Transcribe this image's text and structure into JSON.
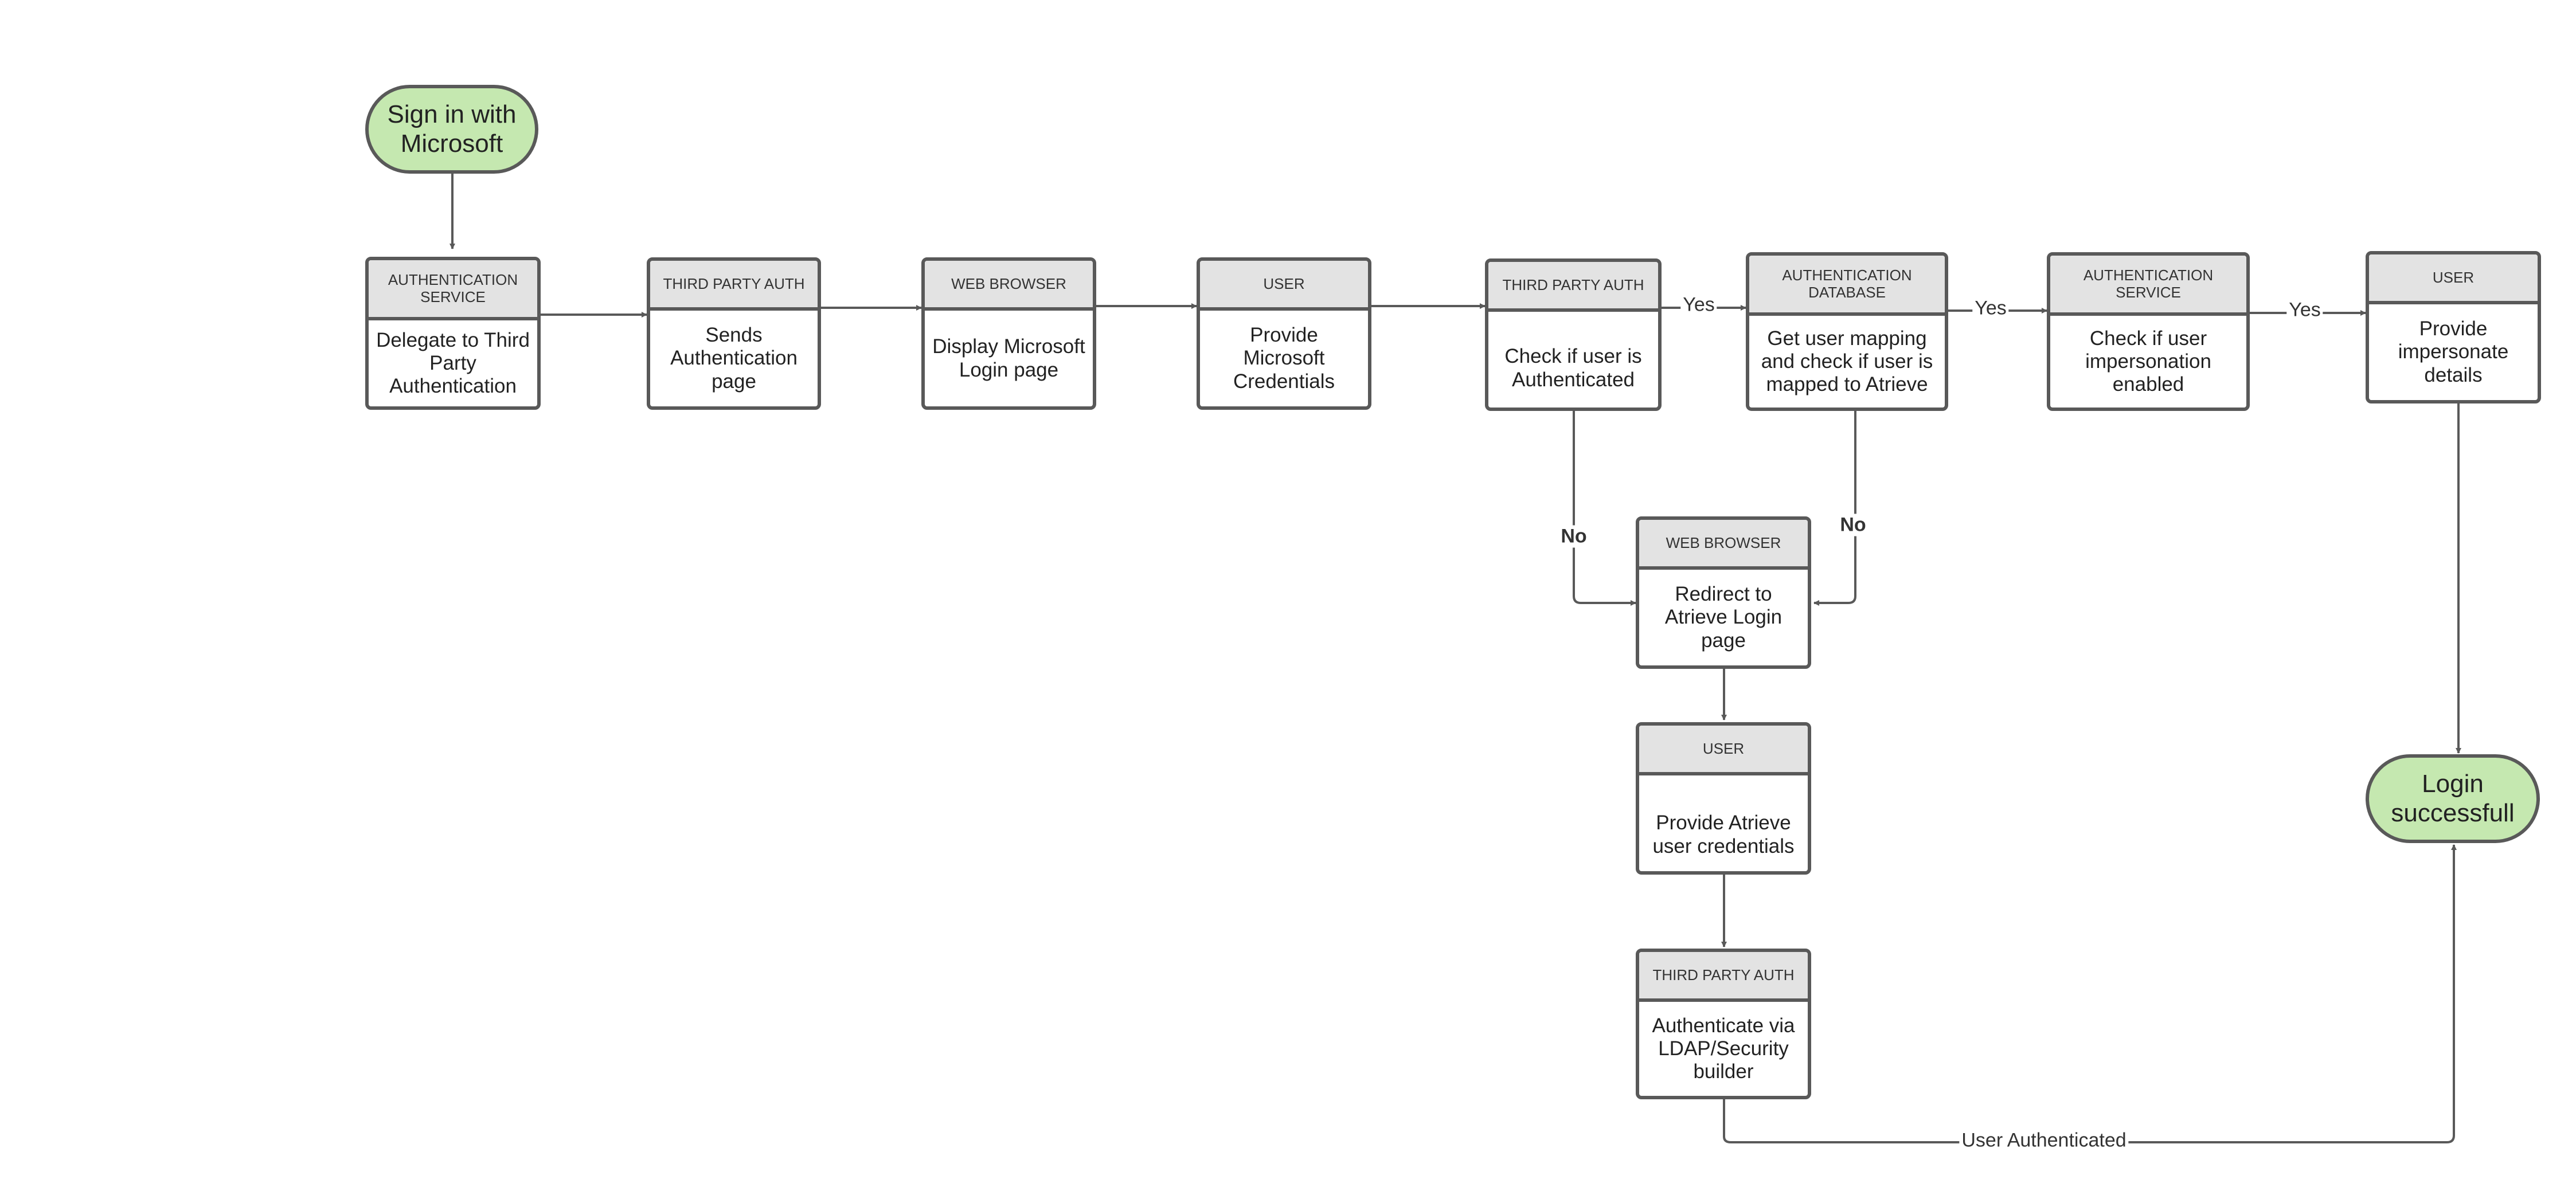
{
  "colors": {
    "terminal_fill": "#c5e8b0",
    "header_fill": "#e3e3e3",
    "stroke": "#595959"
  },
  "start": {
    "label": "Sign in with Microsoft"
  },
  "end": {
    "label": "Login successfull"
  },
  "nodes": {
    "n1": {
      "header": "AUTHENTICATION SERVICE",
      "body": "Delegate to Third Party Authentication"
    },
    "n2": {
      "header": "THIRD PARTY AUTH",
      "body": "Sends Authentication page"
    },
    "n3": {
      "header": "WEB BROWSER",
      "body": "Display Microsoft Login page"
    },
    "n4": {
      "header": "USER",
      "body": "Provide Microsoft Credentials"
    },
    "n5": {
      "header": "THIRD PARTY AUTH",
      "body": "Check if user is Authenticated"
    },
    "n6": {
      "header": "AUTHENTICATION DATABASE",
      "body": "Get user mapping and check if user is mapped to Atrieve"
    },
    "n7": {
      "header": "AUTHENTICATION SERVICE",
      "body": "Check if user impersonation enabled"
    },
    "n8": {
      "header": "USER",
      "body": "Provide impersonate details"
    },
    "n9": {
      "header": "WEB BROWSER",
      "body": "Redirect to Atrieve Login page"
    },
    "n10": {
      "header": "USER",
      "body": "Provide Atrieve user credentials"
    },
    "n11": {
      "header": "THIRD PARTY AUTH",
      "body": "Authenticate via LDAP/Security builder"
    }
  },
  "edge_labels": {
    "yes_1": "Yes",
    "yes_2": "Yes",
    "yes_3": "Yes",
    "no_1": "No",
    "no_2": "No",
    "user_authenticated": "User Authenticated"
  }
}
